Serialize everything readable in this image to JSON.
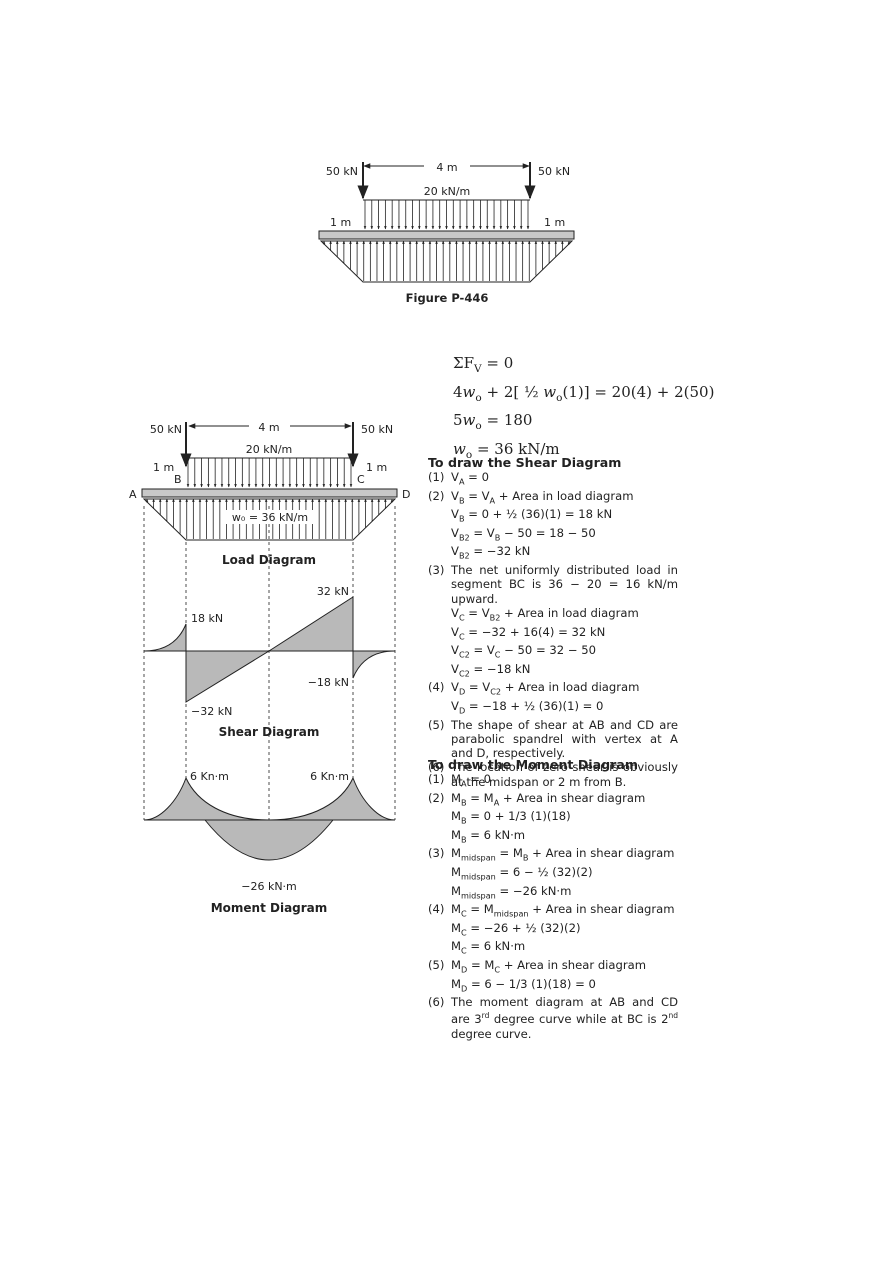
{
  "figure1": {
    "left_force": "50 kN",
    "right_force": "50 kN",
    "span": "4 m",
    "dist_load": "20 kN/m",
    "left_overhang": "1 m",
    "right_overhang": "1 m",
    "caption": "Figure P-446"
  },
  "figure2": {
    "left_force": "50 kN",
    "right_force": "50 kN",
    "span": "4 m",
    "dist_load": "20 kN/m",
    "left_overhang": "1 m",
    "right_overhang": "1 m",
    "point_a": "A",
    "point_b": "B",
    "point_c": "C",
    "point_d": "D",
    "wo_label": "w₀ = 36 kN/m",
    "load_title": "Load Diagram",
    "shear_title": "Shear Diagram",
    "moment_title": "Moment Diagram",
    "shear_labels": {
      "b": "18 kN",
      "b2": "−32 kN",
      "c": "32 kN",
      "c2": "−18 kN"
    },
    "moment_labels": {
      "b": "6 Kn·m",
      "c": "6 Kn·m",
      "mid": "−26 kN·m"
    }
  },
  "equations": [
    "ΣF_V = 0",
    "4w_o + 2[ ½ w_o(1)] = 20(4) + 2(50)",
    "5w_o = 180",
    "w_o = 36 kN/m"
  ],
  "shear_section": {
    "title": "To draw the Shear Diagram",
    "items": [
      {
        "n": "(1)",
        "lines": [
          "V_A = 0"
        ]
      },
      {
        "n": "(2)",
        "lines": [
          "V_B = V_A + Area in load diagram",
          "V_B = 0 + ½ (36)(1) = 18 kN",
          "V_B2 = V_B − 50 = 18 − 50",
          "V_B2 = −32 kN"
        ]
      },
      {
        "n": "(3)",
        "text": "The net uniformly distributed load in segment BC is 36 − 20 = 16 kN/m upward.",
        "lines": [
          "V_C = V_B2 + Area in load diagram",
          "V_C = −32 + 16(4) = 32 kN",
          "V_C2 = V_C − 50 = 32 − 50",
          "V_C2 = −18 kN"
        ]
      },
      {
        "n": "(4)",
        "lines": [
          "V_D = V_C2 + Area in load diagram",
          "V_D = −18 + ½ (36)(1) = 0"
        ]
      },
      {
        "n": "(5)",
        "text": "The shape of shear at AB and CD are parabolic spandrel with vertex at A and D, respectively."
      },
      {
        "n": "(6)",
        "text": "The location of zero shear is obviously at the midspan or 2 m from B."
      }
    ]
  },
  "moment_section": {
    "title": "To draw the Moment Diagram",
    "items": [
      {
        "n": "(1)",
        "lines": [
          "M_A = 0"
        ]
      },
      {
        "n": "(2)",
        "lines": [
          "M_B = M_A + Area in shear diagram",
          "M_B = 0 + 1/3 (1)(18)",
          "M_B = 6 kN·m"
        ]
      },
      {
        "n": "(3)",
        "lines": [
          "M_midspan = M_B + Area in shear diagram",
          "M_midspan = 6 − ½ (32)(2)",
          "M_midspan = −26 kN·m"
        ]
      },
      {
        "n": "(4)",
        "lines": [
          "M_C = M_midspan + Area in shear diagram",
          "M_C = −26 + ½ (32)(2)",
          "M_C = 6 kN·m"
        ]
      },
      {
        "n": "(5)",
        "lines": [
          "M_D = M_C + Area in shear diagram",
          "M_D = 6 − 1/3 (1)(18) = 0"
        ]
      },
      {
        "n": "(6)",
        "text": "The moment diagram at AB and CD are 3rd degree curve while at BC is 2nd degree curve."
      }
    ]
  }
}
